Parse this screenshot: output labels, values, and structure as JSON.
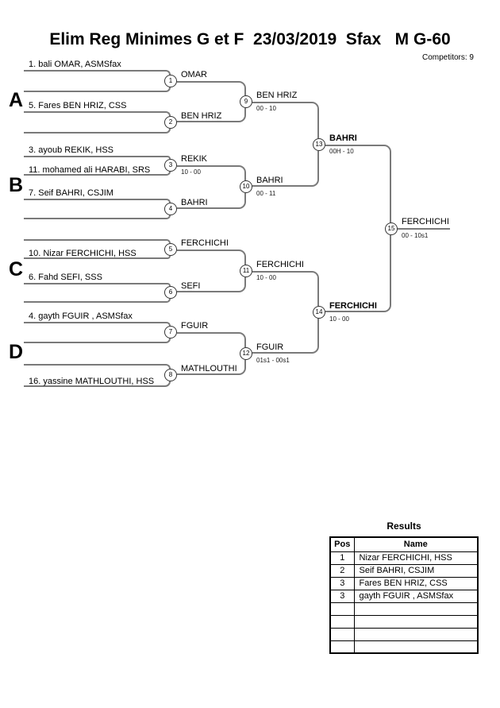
{
  "header": {
    "title": "Elim Reg Minimes G et F  23/03/2019  Sfax   M G-60",
    "competitors": "Competitors: 9"
  },
  "groups": [
    "A",
    "B",
    "C",
    "D"
  ],
  "entries": [
    "1. bali OMAR, ASMSfax",
    "5. Fares BEN HRIZ, CSS",
    "3. ayoub REKIK, HSS",
    "11. mohamed ali HARABI, SRS",
    "7. Seif BAHRI, CSJIM",
    "10. Nizar FERCHICHI, HSS",
    "6. Fahd SEFI, SSS",
    "4. gayth FGUIR , ASMSfax",
    "16. yassine MATHLOUTHI, HSS"
  ],
  "matches": [
    {
      "num": "1",
      "winner": "OMAR",
      "score": ""
    },
    {
      "num": "2",
      "winner": "BEN HRIZ",
      "score": ""
    },
    {
      "num": "3",
      "winner": "REKIK",
      "score": "10 - 00"
    },
    {
      "num": "4",
      "winner": "BAHRI",
      "score": ""
    },
    {
      "num": "5",
      "winner": "FERCHICHI",
      "score": ""
    },
    {
      "num": "6",
      "winner": "SEFI",
      "score": ""
    },
    {
      "num": "7",
      "winner": "FGUIR",
      "score": ""
    },
    {
      "num": "8",
      "winner": "MATHLOUTHI",
      "score": ""
    },
    {
      "num": "9",
      "winner": "BEN HRIZ",
      "score": "00 - 10"
    },
    {
      "num": "10",
      "winner": "BAHRI",
      "score": "00 - 11"
    },
    {
      "num": "11",
      "winner": "FERCHICHI",
      "score": "10 - 00"
    },
    {
      "num": "12",
      "winner": "FGUIR",
      "score": "01s1 - 00s1"
    },
    {
      "num": "13",
      "winner": "BAHRI",
      "score": "00H - 10"
    },
    {
      "num": "14",
      "winner": "FERCHICHI",
      "score": "10 - 00"
    },
    {
      "num": "15",
      "winner": "FERCHICHI",
      "score": "00 - 10s1"
    }
  ],
  "results": {
    "title": "Results",
    "headers": [
      "Pos",
      "Name"
    ],
    "rows": [
      [
        "1",
        "Nizar FERCHICHI, HSS"
      ],
      [
        "2",
        "Seif BAHRI, CSJIM"
      ],
      [
        "3",
        "Fares BEN HRIZ, CSS"
      ],
      [
        "3",
        "gayth FGUIR , ASMSfax"
      ],
      [
        "",
        ""
      ],
      [
        "",
        ""
      ],
      [
        "",
        ""
      ],
      [
        "",
        ""
      ]
    ]
  }
}
